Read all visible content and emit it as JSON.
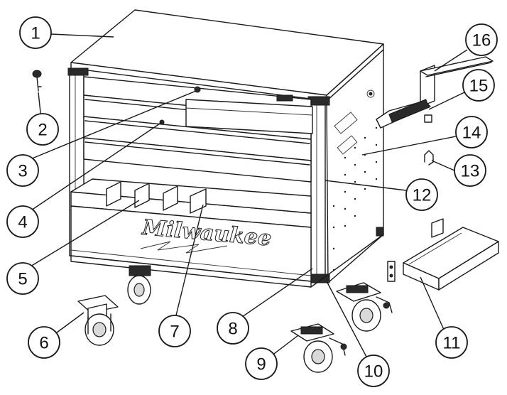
{
  "callouts": [
    {
      "id": "1",
      "label": "1"
    },
    {
      "id": "2",
      "label": "2"
    },
    {
      "id": "3",
      "label": "3"
    },
    {
      "id": "4",
      "label": "4"
    },
    {
      "id": "5",
      "label": "5"
    },
    {
      "id": "6",
      "label": "6"
    },
    {
      "id": "7",
      "label": "7"
    },
    {
      "id": "8",
      "label": "8"
    },
    {
      "id": "9",
      "label": "9"
    },
    {
      "id": "10",
      "label": "10"
    },
    {
      "id": "11",
      "label": "11"
    },
    {
      "id": "12",
      "label": "12"
    },
    {
      "id": "13",
      "label": "13"
    },
    {
      "id": "14",
      "label": "14"
    },
    {
      "id": "15",
      "label": "15"
    },
    {
      "id": "16",
      "label": "16"
    }
  ],
  "brand_logo": "Milwaukee"
}
